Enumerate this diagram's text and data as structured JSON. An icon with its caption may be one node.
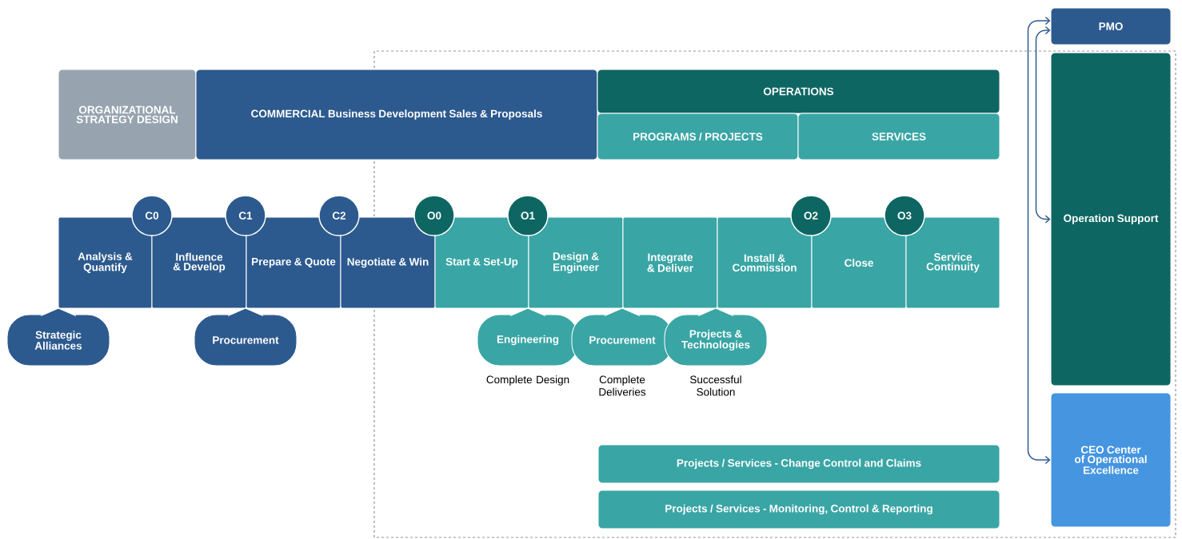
{
  "diagram": {
    "nodes": [
      {
        "text": [
          "ORGANIZATIONAL STRATEGY DESIGN"
        ]
      },
      {
        "text": [
          "COMMERCIAL Business Development Sales & Proposals"
        ]
      },
      {
        "text": [
          "OPERATIONS"
        ]
      },
      {
        "text": [
          "PROGRAMS / PROJECTS"
        ]
      },
      {
        "text": [
          "SERVICES"
        ]
      },
      {
        "text": [
          "Analysis & Quantify"
        ]
      },
      {
        "text": [
          "Influence & Develop"
        ]
      },
      {
        "text": [
          "Prepare & Quote"
        ]
      },
      {
        "text": [
          "Negotiate & Win"
        ]
      },
      {
        "text": [
          "Start & Set-Up"
        ]
      },
      {
        "text": [
          "Design & Engineer"
        ]
      },
      {
        "text": [
          "Integrate & Deliver"
        ]
      },
      {
        "text": [
          "Install & Commission"
        ]
      },
      {
        "text": [
          "Close"
        ]
      },
      {
        "text": [
          "Service Continuity"
        ]
      },
      {
        "text": [
          "C0"
        ]
      },
      {
        "text": [
          "C1"
        ]
      },
      {
        "text": [
          "C2"
        ]
      },
      {
        "text": [
          "O0"
        ]
      },
      {
        "text": [
          "O1"
        ]
      },
      {
        "text": [
          "O2"
        ]
      },
      {
        "text": [
          "O3"
        ]
      },
      {
        "text": [
          "Strategic Alliances"
        ]
      },
      {
        "text": [
          "Procurement"
        ]
      },
      {
        "text": [
          "Engineering"
        ],
        "beside": [
          "Complete Design"
        ]
      },
      {
        "text": [
          "Procurement"
        ],
        "beside": [
          "Complete Deliveries"
        ]
      },
      {
        "text": [
          "Projects & Technologies"
        ],
        "beside": [
          "Successful Solution"
        ]
      },
      {
        "text": [
          "Projects / Services - Change Control and Claims"
        ]
      },
      {
        "text": [
          "Projects / Services - Monitoring, Control & Reporting"
        ]
      },
      {
        "text": [
          "PMO"
        ]
      },
      {
        "text": [
          "Operation Support"
        ]
      },
      {
        "text": [
          "CEO Center of Operational Excellence"
        ]
      }
    ],
    "edges": [
      {
        "from": 29,
        "to": 31,
        "arrow": "both"
      },
      {
        "from": 29,
        "to": 30,
        "arrow": "both"
      }
    ]
  }
}
